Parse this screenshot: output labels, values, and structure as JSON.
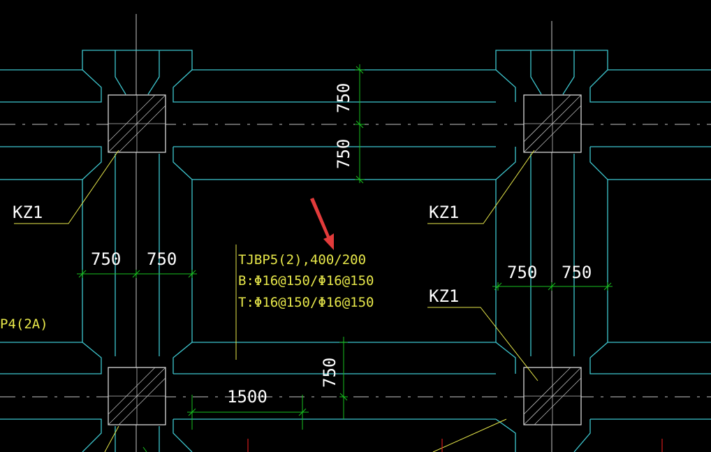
{
  "labels": {
    "column_tag": "KZ1",
    "beam_spec_line1": "TJBP5(2),400/200",
    "beam_spec_line2": "B:Φ16@150/Φ16@150",
    "beam_spec_line3": "T:Φ16@150/Φ16@150",
    "left_partial_tag": "P4(2A)"
  },
  "dimensions": {
    "d750": "750",
    "d1500": "1500"
  },
  "colors": {
    "background": "#000000",
    "outline": "#3ec7cf",
    "dimension": "#19c21f",
    "annotation": "#e8e84a",
    "axis": "#c9c9c9",
    "arrow": "#e23b3b"
  }
}
